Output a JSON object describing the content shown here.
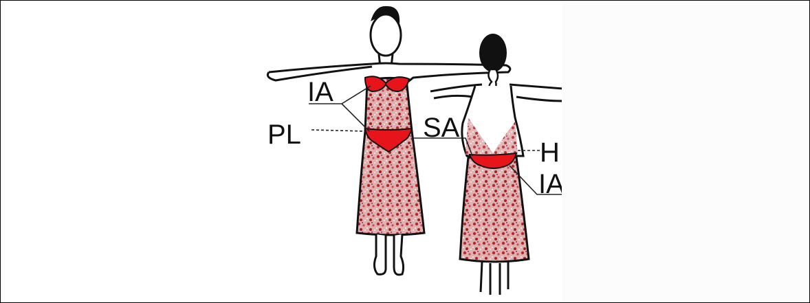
{
  "labels": {
    "front_ia": "IA",
    "front_pl": "PL",
    "front_sa": "SA",
    "back_hl": "HI",
    "back_ia": "IA"
  },
  "colors": {
    "accent_red": "#e8141c",
    "fabric_dark": "#b52a2a",
    "fabric_light": "#e9c3c3",
    "outline": "#111111",
    "hair": "#111111"
  }
}
